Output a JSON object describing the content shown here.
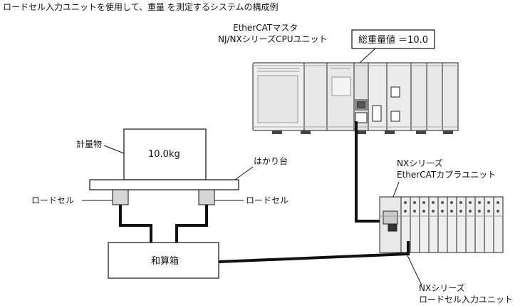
{
  "title": "ロードセル入力ユニットを使用して、重量 を測定するシステムの構成例",
  "cpu": {
    "label_line1": "EtherCATマスタ",
    "label_line2": "NJ/NXシリーズCPUユニット"
  },
  "callout": {
    "text": "総重量値 ＝10.0"
  },
  "coupler": {
    "label_line1": "NXシリーズ",
    "label_line2": "EtherCATカプラユニット"
  },
  "loadcell_unit": {
    "label_line1": "NXシリーズ",
    "label_line2": "ロードセル入力ユニット"
  },
  "scale": {
    "object_label": "計量物",
    "weight": "10.0kg",
    "platform_label": "はかり台",
    "loadcell_left": "ロードセル",
    "loadcell_right": "ロードセル",
    "junction_box": "和算箱"
  },
  "colors": {
    "stroke": "#111111",
    "panel": "#f0f0f0",
    "shade": "#d6d6d6"
  }
}
